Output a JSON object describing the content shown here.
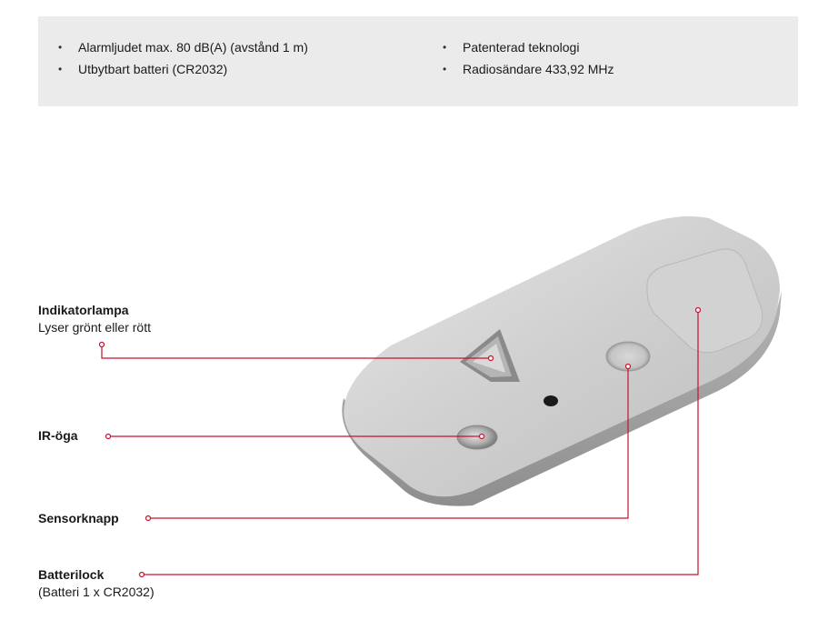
{
  "features": {
    "left": [
      "Alarmljudet max. 80 dB(A) (avstånd 1 m)",
      "Utbytbart batteri (CR2032)"
    ],
    "right": [
      "Patenterad teknologi",
      "Radiosändare 433,92 MHz"
    ]
  },
  "callouts": {
    "indicator": {
      "title": "Indikatorlampa",
      "sub": "Lyser grönt eller rött"
    },
    "ir_eye": {
      "title": "IR-öga"
    },
    "sensor_button": {
      "title": "Sensorknapp"
    },
    "battery_cover": {
      "title": "Batterilock",
      "sub": "(Batteri 1 x CR2032)"
    }
  },
  "colors": {
    "accent": "#c8102e",
    "panel": "#ebebeb",
    "device": "#c9c9c9"
  }
}
